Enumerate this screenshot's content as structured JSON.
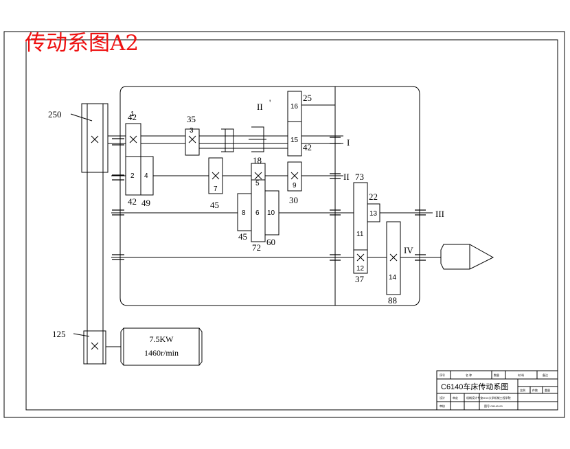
{
  "title": "传动系图A2",
  "motor": {
    "power": "7.5KW",
    "speed": "1460r/min"
  },
  "pulleys": {
    "large": "250",
    "small": "125"
  },
  "shafts": {
    "s1": "I",
    "s1p": "II",
    "s1p_mark": "'",
    "s2": "II",
    "s3": "III",
    "s4": "IV"
  },
  "gears": {
    "g1": "1",
    "g1t": "42",
    "g2": "2",
    "g2t": "42",
    "g3": "3",
    "g3t": "35",
    "g4": "4",
    "g4t": "49",
    "g5": "5",
    "g5t": "18",
    "g6": "6",
    "g6t": "72",
    "g7": "7",
    "g7t": "45",
    "g8": "8",
    "g8t": "45",
    "g9": "9",
    "g9t": "30",
    "g10": "10",
    "g10t": "60",
    "g11": "11",
    "g11t": "73",
    "g12": "12",
    "g12t": "37",
    "g13": "13",
    "g13t": "22",
    "g14": "14",
    "g14t": "88",
    "g15": "15",
    "g15t": "42",
    "g16": "16",
    "g16t": "25"
  },
  "title_block": {
    "drawing_title": "C6140车床传动系图",
    "row1": [
      "序号",
      "名 称",
      "数量",
      "材 料",
      "备注"
    ],
    "row2": [
      "比例",
      "件数",
      "重量"
    ],
    "designer": "设计",
    "checker": "审核",
    "approver": "审定",
    "school": "XXXX大学机械工程学院",
    "dept": "机械设计专业",
    "code": "图号 C6140-00"
  }
}
